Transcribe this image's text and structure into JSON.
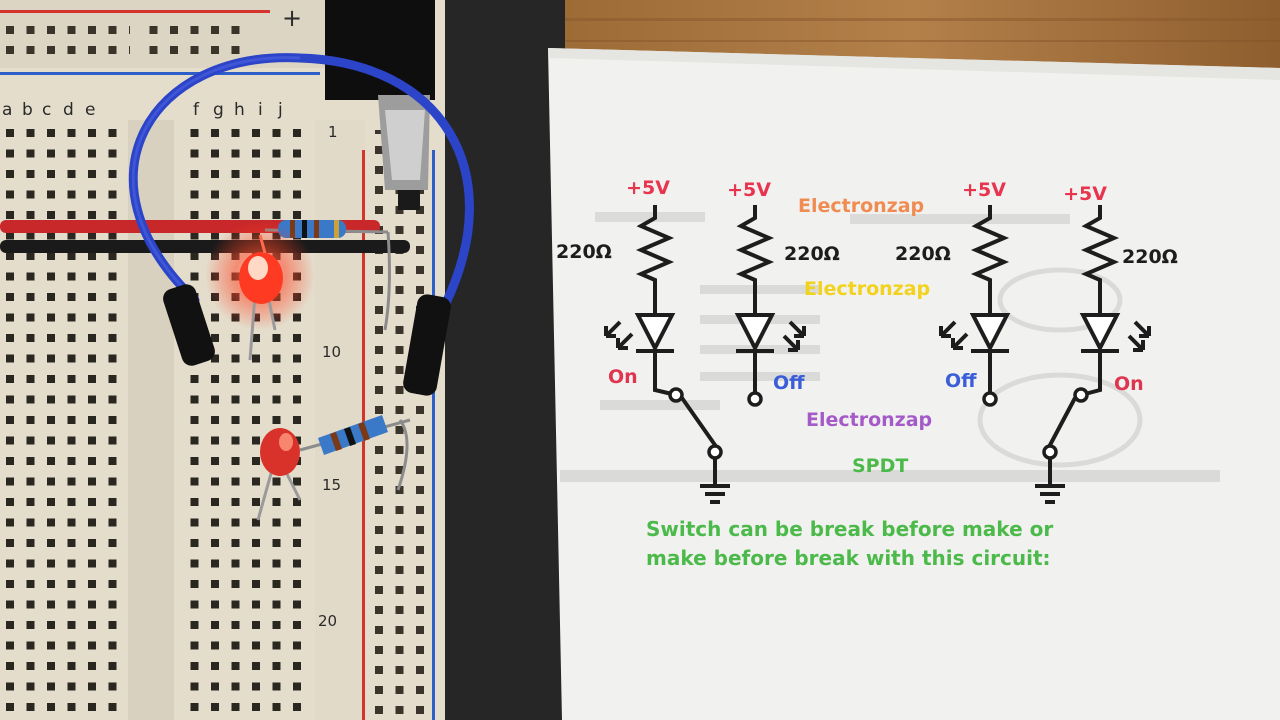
{
  "photo": {
    "breadboard": {
      "column_letters_left": [
        "a",
        "b",
        "c",
        "d",
        "e"
      ],
      "column_letters_right": [
        "f",
        "g",
        "h",
        "i",
        "j"
      ],
      "row_numbers": [
        "1",
        "10",
        "15",
        "20"
      ],
      "rail_sign": "+"
    },
    "paper": {
      "supply_labels": [
        "+5V",
        "+5V",
        "+5V",
        "+5V"
      ],
      "resistor_labels": [
        "220Ω",
        "220Ω",
        "220Ω",
        "220Ω"
      ],
      "led_states": [
        "On",
        "Off",
        "Off",
        "On"
      ],
      "watermarks": [
        "Electronzap",
        "Electronzap",
        "Electronzap"
      ],
      "switch_type": "SPDT",
      "caption_line1": "Switch can be break before make or",
      "caption_line2": "make before break with this circuit:"
    }
  },
  "colors": {
    "supply": "#e8344f",
    "on": "#e0354f",
    "off": "#3b5ed8",
    "wm1": "#f08c52",
    "wm2": "#f2d21c",
    "wm3": "#a45ac8",
    "green": "#4cba4a"
  }
}
